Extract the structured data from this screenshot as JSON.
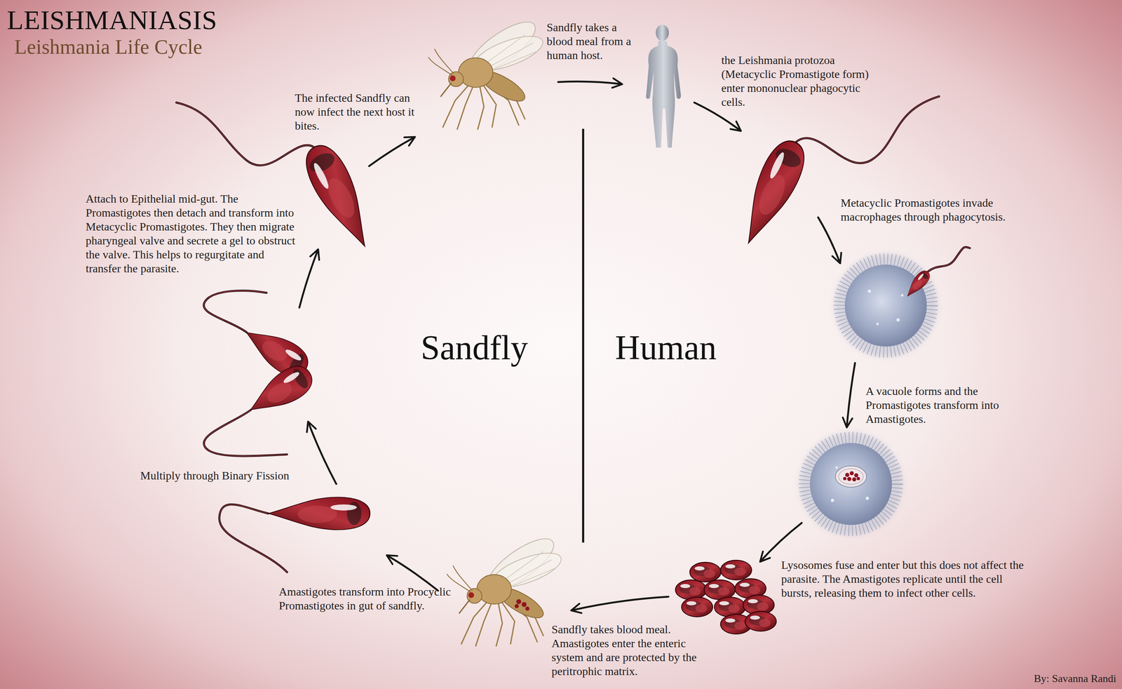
{
  "diagram": {
    "title": "LEISHMANIASIS",
    "labels": [
      "Leishmania Life Cycle",
      "Sandfly takes a blood meal from a human host.",
      "the Leishmania protozoa (Metacyclic Promastigote form) enter mononuclear phagocytic cells.",
      "Metacyclic Promastigotes invade macrophages through phagocytosis.",
      "A vacuole forms and the Promastigotes transform into Amastigotes.",
      "Lysosomes fuse and enter but this does not affect the parasite. The Amastigotes replicate until the cell bursts, releasing them to infect other cells.",
      "Sandfly takes blood meal. Amastigotes enter the enteric system and are protected by the peritrophic matrix.",
      "Amastigotes transform into Procyclic Promastigotes in gut of sandfly.",
      "Multiply through Binary Fission",
      "Attach to Epithelial mid-gut. The Promastigotes then detach and transform into Metacyclic Promastigotes. They then migrate pharyngeal valve and secrete a gel to obstruct the valve. This helps to regurgitate and transfer the parasite.",
      "The infected Sandfly can now infect the next host it bites.",
      "Sandfly",
      "Human",
      "By: Savanna Randi"
    ]
  }
}
